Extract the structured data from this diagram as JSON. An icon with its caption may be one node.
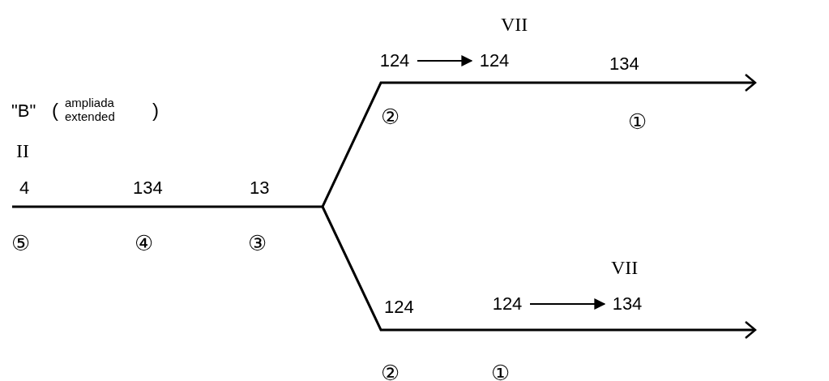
{
  "diagram": {
    "nodes": [
      {
        "text": [
          "124"
        ]
      },
      {
        "text": [
          "124"
        ]
      },
      {
        "text": [
          "124"
        ]
      },
      {
        "text": [
          "134"
        ]
      }
    ],
    "edges": [
      {
        "from": 0,
        "to": 1,
        "arrow": "to"
      },
      {
        "from": 2,
        "to": 3,
        "arrow": "to"
      }
    ],
    "labels": [
      "VII",
      "134",
      "\"B\"",
      "(",
      "ampliada",
      "extended",
      ")",
      "②",
      "①",
      "II",
      "4",
      "134",
      "13",
      "⑤",
      "④",
      "③",
      "VII",
      "124",
      "②",
      "①"
    ]
  }
}
